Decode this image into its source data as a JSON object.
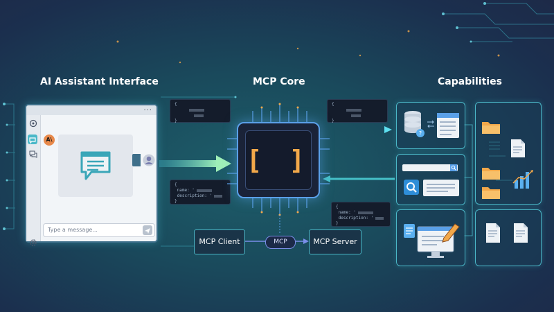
{
  "headings": {
    "left": "AI Assistant Interface",
    "center": "MCP Core",
    "right": "Capabilities"
  },
  "chat": {
    "logo_text": "A\\",
    "more_label": "...",
    "input_placeholder": "Type a message..."
  },
  "snippets": {
    "name_line": "name: '",
    "description_line": "description: '"
  },
  "core": {
    "symbol": "[ ]"
  },
  "bottom": {
    "client_label": "MCP Client",
    "protocol_label": "MCP",
    "server_label": "MCP Server"
  },
  "colors": {
    "accent_cyan": "#4bd6e6",
    "arrow_green": "#7de8b0",
    "bracket_orange": "#f2a84a",
    "bracket_blue": "#5ab0f0",
    "chip_border": "#5aa0e8"
  }
}
